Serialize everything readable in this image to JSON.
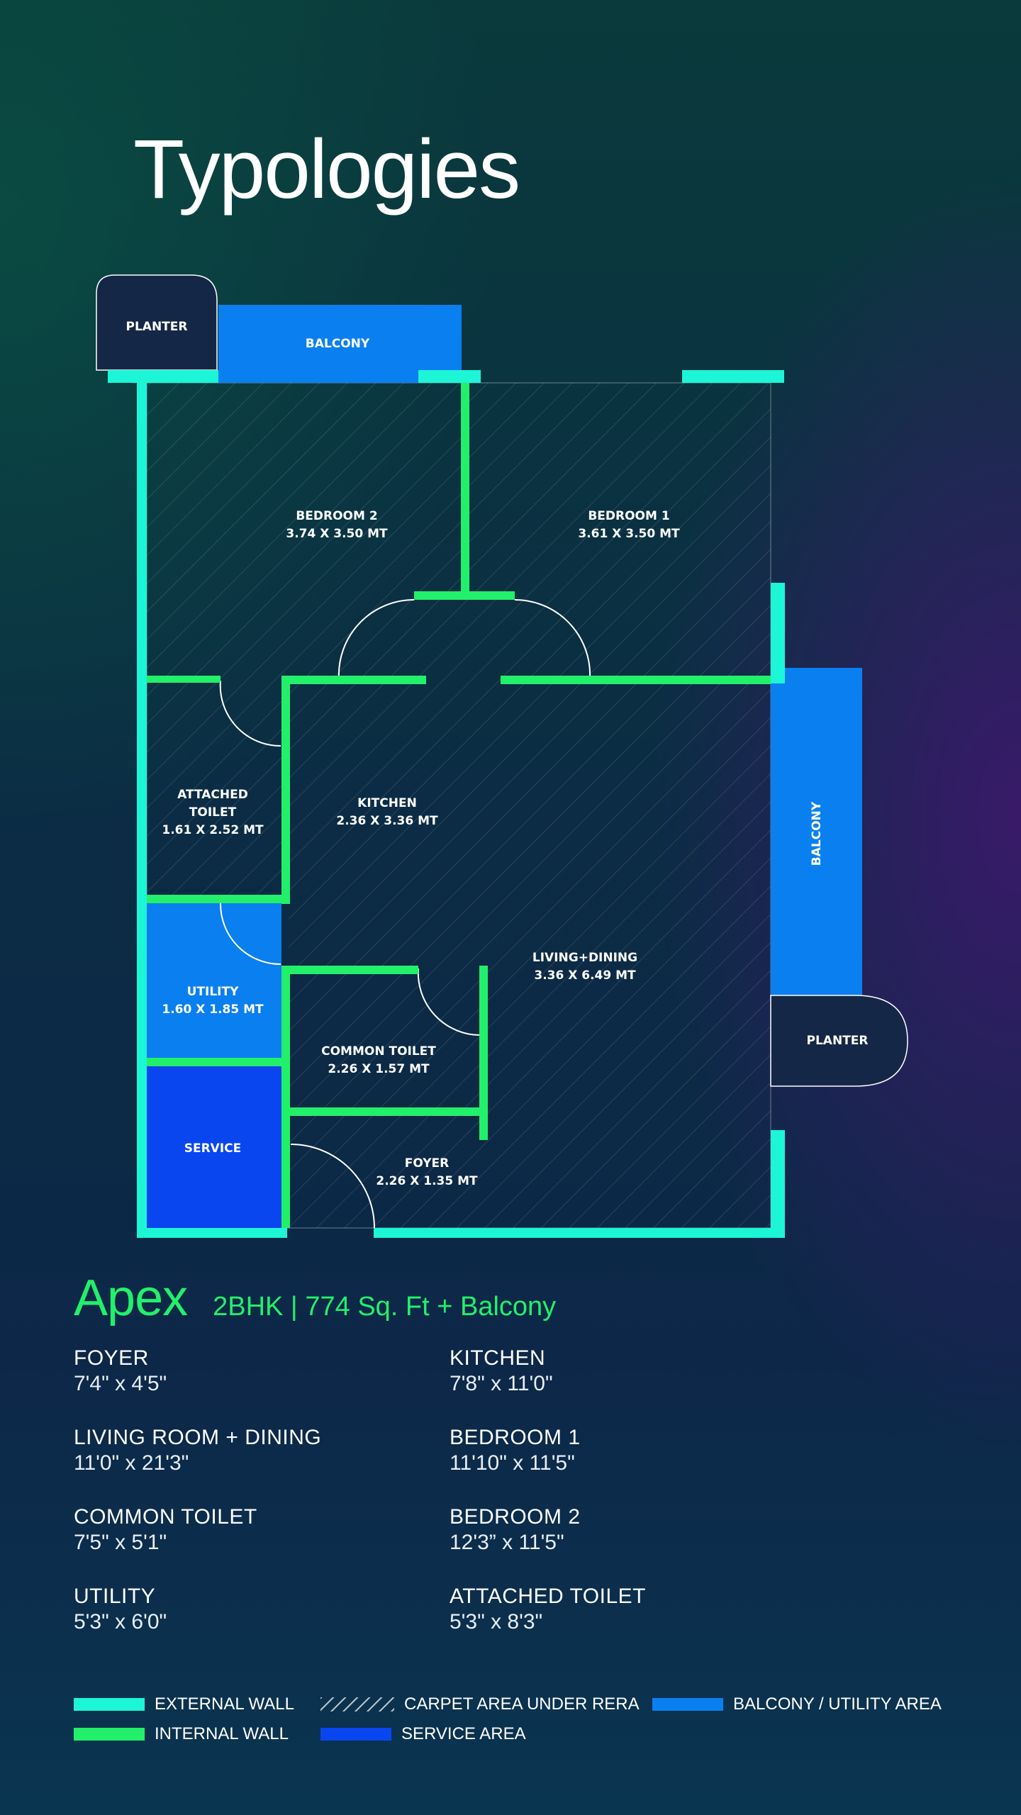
{
  "page": {
    "title": "Typologies"
  },
  "rooms": {
    "planter_top": "PLANTER",
    "balcony_top": "BALCONY",
    "bedroom2": {
      "name": "BEDROOM 2",
      "dims": "3.74 X 3.50 MT"
    },
    "bedroom1": {
      "name": "BEDROOM 1",
      "dims": "3.61 X 3.50 MT"
    },
    "attached_toilet": {
      "name_line1": "ATTACHED",
      "name_line2": "TOILET",
      "dims": "1.61 X 2.52 MT"
    },
    "kitchen": {
      "name": "KITCHEN",
      "dims": "2.36 X 3.36 MT"
    },
    "balcony_side": "BALCONY",
    "living_dining": {
      "name": "LIVING+DINING",
      "dims": "3.36 X 6.49 MT"
    },
    "utility": {
      "name": "UTILITY",
      "dims": "1.60 X 1.85 MT"
    },
    "common_toilet": {
      "name": "COMMON TOILET",
      "dims": "2.26 X 1.57 MT"
    },
    "planter_side": "PLANTER",
    "service": "SERVICE",
    "foyer": {
      "name": "FOYER",
      "dims": "2.26 X 1.35 MT"
    }
  },
  "unit": {
    "name": "Apex",
    "summary": "2BHK | 774 Sq. Ft + Balcony"
  },
  "specs": [
    {
      "name": "FOYER",
      "dim": "7'4\" x 4'5\""
    },
    {
      "name": "KITCHEN",
      "dim": "7'8\" x 11'0\""
    },
    {
      "name": "LIVING ROOM + DINING",
      "dim": "11'0\" x 21'3\""
    },
    {
      "name": "BEDROOM 1",
      "dim": "11'10\" x 11'5\""
    },
    {
      "name": "COMMON TOILET",
      "dim": "7'5\" x 5'1\""
    },
    {
      "name": "BEDROOM 2",
      "dim": "12'3” x 11'5\""
    },
    {
      "name": "UTILITY",
      "dim": "5'3\" x 6'0\""
    },
    {
      "name": "ATTACHED TOILET",
      "dim": "5'3\" x 8'3\""
    }
  ],
  "legend": {
    "external_wall": "EXTERNAL WALL",
    "internal_wall": "INTERNAL WALL",
    "carpet_area": "CARPET AREA UNDER RERA",
    "service_area": "SERVICE AREA",
    "balcony_utility": "BALCONY / UTILITY AREA"
  },
  "colors": {
    "external_wall": "#1cf5d6",
    "internal_wall": "#22f06a",
    "balcony": "#0a7ff0",
    "service": "#0a46f0"
  }
}
